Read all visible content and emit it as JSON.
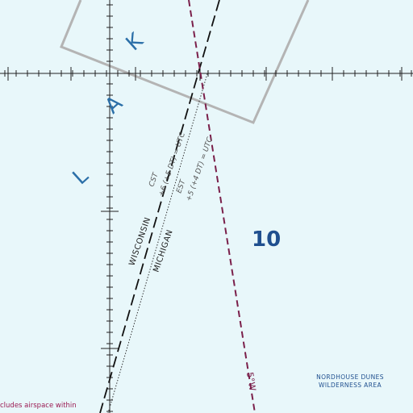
{
  "map": {
    "lake_letters": [
      "K",
      "A",
      "L"
    ],
    "states": {
      "west": "WISCONSIN",
      "east": "MICHIGAN"
    },
    "time_zones": {
      "west_line1": "CST",
      "west_line2": "+6 (+5 DT) = UTC",
      "east_line1": "EST",
      "east_line2": "+5 (+4 DT) = UTC"
    },
    "max_elevation_figure": "10",
    "isogonic_label": "5°W",
    "area_label_line1": "NORDHOUSE DUNES",
    "area_label_line2": "WILDERNESS AREA",
    "bottom_note": "cludes airspace within",
    "colors": {
      "water": "#e8f7fa",
      "lake_text": "#2b6fa8",
      "isogonic": "#7a1f4a",
      "boundary": "#111111",
      "area_box": "#b4b4b4",
      "grid": "#222222"
    }
  }
}
